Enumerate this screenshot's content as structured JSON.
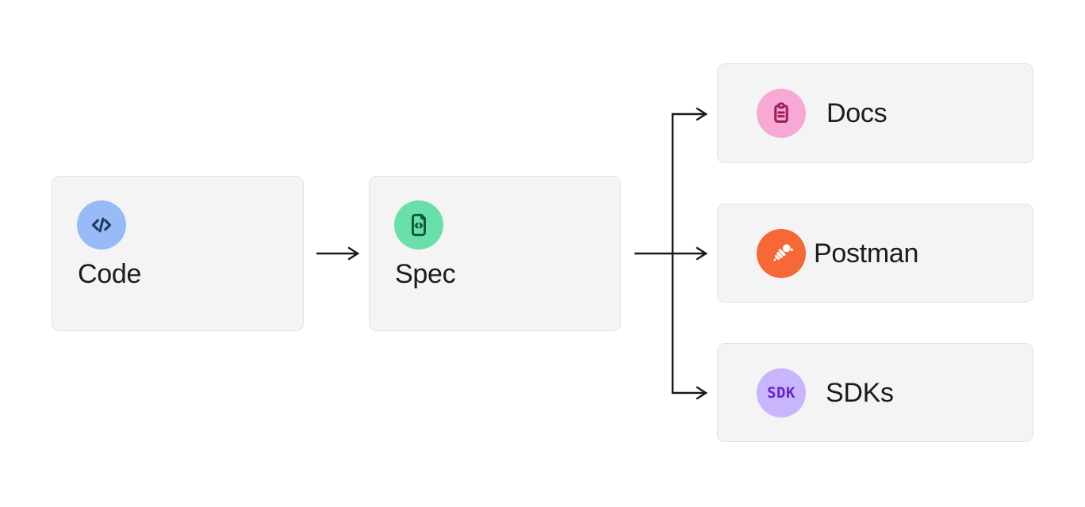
{
  "diagram": {
    "background": "#ffffff",
    "arrow_color": "#1b1b1b",
    "node_bg_color": "#f4f4f4",
    "node_border_color": "#e2e2e2",
    "label_color": "#1c1c1c",
    "nodes": {
      "code": {
        "label": "Code",
        "icon": "code-brackets-icon",
        "circle_color": "#97bbf7",
        "icon_color": "#1d3c64"
      },
      "spec": {
        "label": "Spec",
        "icon": "spec-file-icon",
        "circle_color": "#69dfaa",
        "icon_color": "#0e5a3e"
      },
      "docs": {
        "label": "Docs",
        "icon": "clipboard-icon",
        "circle_color": "#f8a8d5",
        "icon_color": "#9c2156"
      },
      "postman": {
        "label": "Postman",
        "icon": "postman-logo-icon",
        "circle_color": "#f66936",
        "icon_color": "#ffffff"
      },
      "sdks": {
        "label": "SDKs",
        "icon": "sdk-badge-icon",
        "icon_text": "SDK",
        "circle_color": "#c9b5fb",
        "icon_color": "#6426c9"
      }
    },
    "edges": [
      {
        "from": "code",
        "to": "spec"
      },
      {
        "from": "spec",
        "to": "docs"
      },
      {
        "from": "spec",
        "to": "postman"
      },
      {
        "from": "spec",
        "to": "sdks"
      }
    ]
  }
}
